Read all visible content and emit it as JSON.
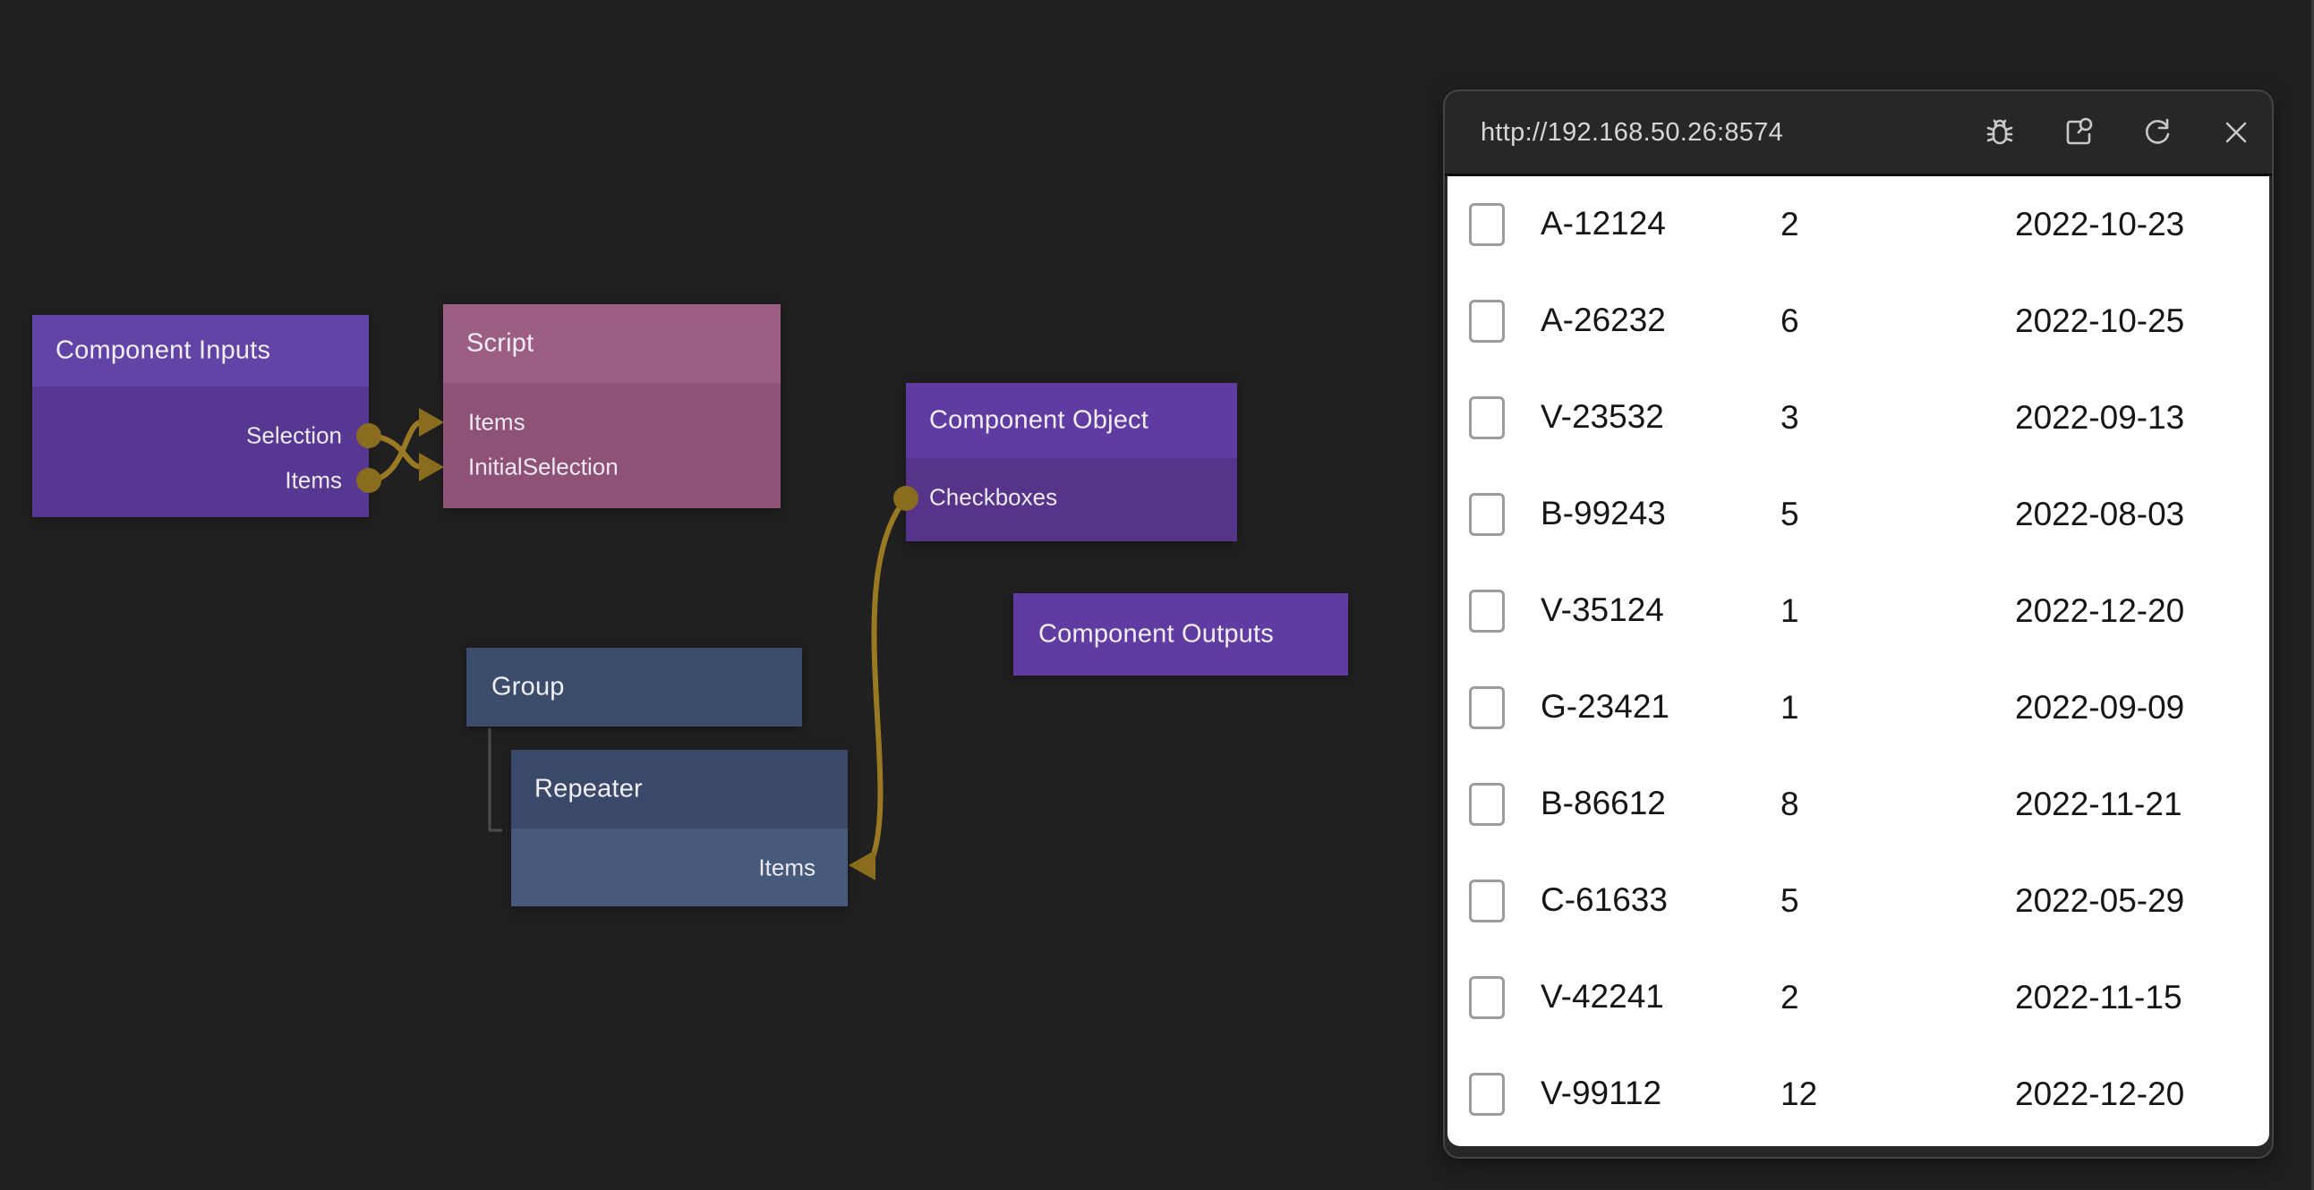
{
  "canvas": {
    "background": "#202020",
    "wire_color": "#997a23",
    "port_color": "#8a6c1e",
    "tree_connector_color": "#4d4d4d",
    "nodes": {
      "component_inputs": {
        "title": "Component Inputs",
        "header_color": "#6243a6",
        "body_color": "#563892",
        "output_ports": [
          "Selection",
          "Items"
        ]
      },
      "script": {
        "title": "Script",
        "header_color": "#9d5e84",
        "body_color": "#8d5275",
        "input_ports": [
          "Items",
          "InitialSelection"
        ]
      },
      "component_object": {
        "title": "Component Object",
        "header_color": "#5f3ba2",
        "body_color": "#553489",
        "ports": [
          "Checkboxes"
        ]
      },
      "component_outputs": {
        "title": "Component Outputs",
        "header_color": "#5f3ba2"
      },
      "group": {
        "title": "Group",
        "header_color": "#3c4d6c"
      },
      "repeater": {
        "title": "Repeater",
        "header_color": "#3a4969",
        "body_color": "#475a7c",
        "ports": [
          "Items"
        ]
      }
    }
  },
  "browser": {
    "url": "http://192.168.50.26:8574",
    "toolbar_icons": [
      "debug-icon",
      "inspect-icon",
      "refresh-icon",
      "close-icon"
    ],
    "table": {
      "rows": [
        {
          "id": "A-12124",
          "qty": "2",
          "date": "2022-10-23"
        },
        {
          "id": "A-26232",
          "qty": "6",
          "date": "2022-10-25"
        },
        {
          "id": "V-23532",
          "qty": "3",
          "date": "2022-09-13"
        },
        {
          "id": "B-99243",
          "qty": "5",
          "date": "2022-08-03"
        },
        {
          "id": "V-35124",
          "qty": "1",
          "date": "2022-12-20"
        },
        {
          "id": "G-23421",
          "qty": "1",
          "date": "2022-09-09"
        },
        {
          "id": "B-86612",
          "qty": "8",
          "date": "2022-11-21"
        },
        {
          "id": "C-61633",
          "qty": "5",
          "date": "2022-05-29"
        },
        {
          "id": "V-42241",
          "qty": "2",
          "date": "2022-11-15"
        },
        {
          "id": "V-99112",
          "qty": "12",
          "date": "2022-12-20"
        }
      ]
    }
  }
}
